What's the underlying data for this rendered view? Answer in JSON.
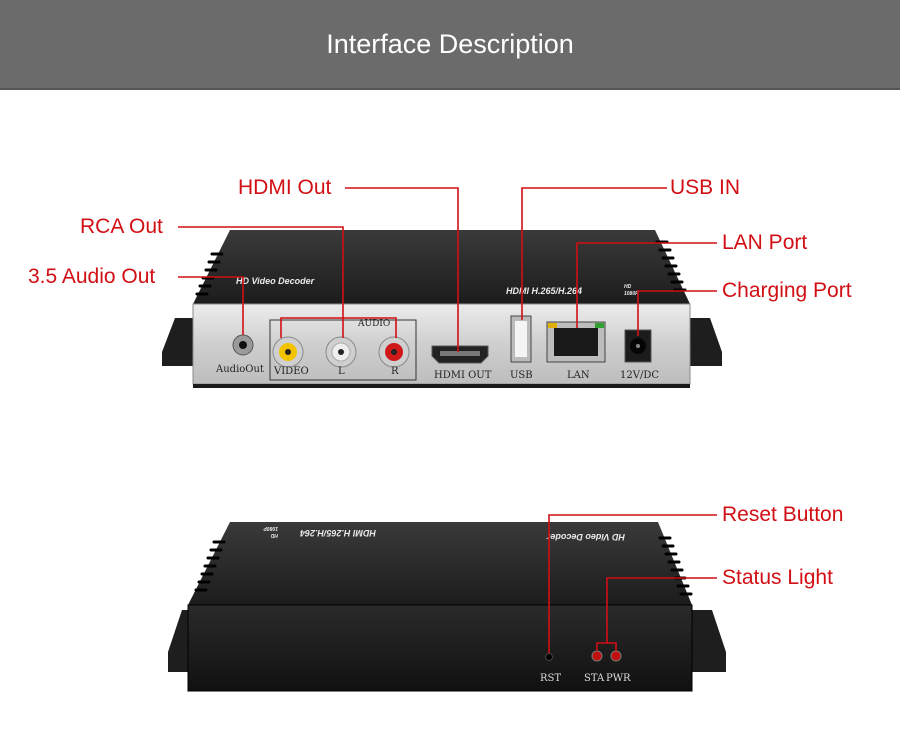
{
  "header": {
    "title": "Interface Description"
  },
  "front_panel": {
    "brand": "HD Video Decoder",
    "model": "HDMI H.265/H.264",
    "model_sup": "HD",
    "model_sub": "1080P",
    "audio_group_label": "AUDIO",
    "ports": {
      "audio_out": "AudioOut",
      "video": "VIDEO",
      "left": "L",
      "right": "R",
      "hdmi_out": "HDMI OUT",
      "usb": "USB",
      "lan": "LAN",
      "power": "12V/DC"
    }
  },
  "back_panel": {
    "brand": "HD Video Decoder",
    "model": "HDMI H.265/H.264",
    "model_sup": "HD",
    "model_sub": "1080P",
    "ports": {
      "reset": "RST",
      "status": "STA",
      "power": "PWR"
    }
  },
  "callouts": {
    "hdmi_out": "HDMI Out",
    "rca_out": "RCA Out",
    "audio_out": "3.5 Audio Out",
    "usb_in": "USB IN",
    "lan_port": "LAN Port",
    "charging_port": "Charging Port",
    "reset_button": "Reset Button",
    "status_light": "Status Light"
  },
  "colors": {
    "banner": "#6b6b6b",
    "callout_text": "#d10f14",
    "leader_line": "#d10f14",
    "device_body": "#2b2b2b",
    "faceplate": "#d7d7d7",
    "rca_video": "#f2c400",
    "rca_left": "#eeeeee",
    "rca_right": "#d01818",
    "led": "#c21010"
  }
}
